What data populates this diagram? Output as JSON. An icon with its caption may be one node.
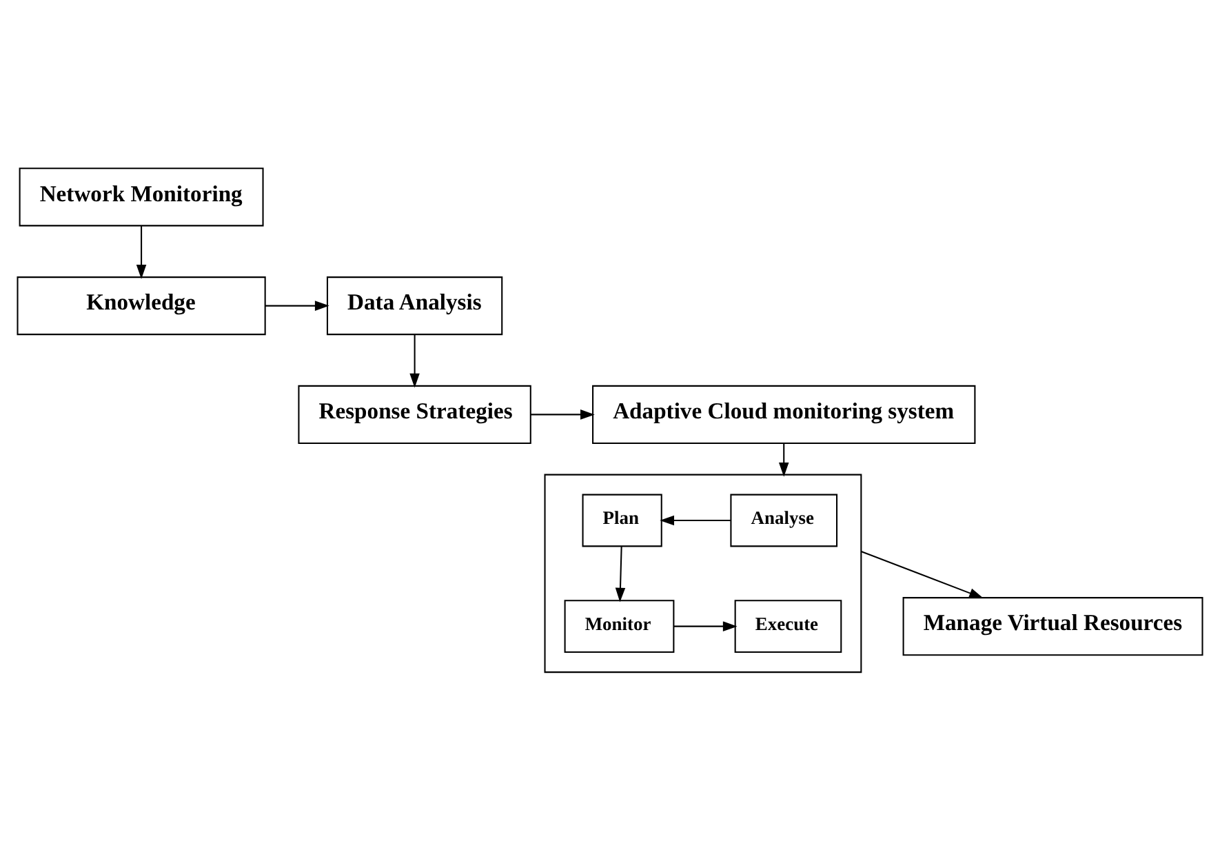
{
  "diagram": {
    "nodes": [
      {
        "text": [
          "Network Monitoring"
        ]
      },
      {
        "text": [
          "Data Analysis"
        ]
      },
      {
        "text": [
          "Knowledge"
        ]
      },
      {
        "text": [
          "Response Strategies"
        ]
      },
      {
        "text": [
          "Adaptive Cloud monitoring system"
        ]
      },
      {
        "text": [],
        "shape": "box"
      },
      {
        "text": [
          "Analyse"
        ],
        "in": 5
      },
      {
        "text": [
          "Plan"
        ],
        "in": 5
      },
      {
        "text": [
          "Execute"
        ],
        "in": 5
      },
      {
        "text": [
          "Monitor"
        ],
        "in": 5
      },
      {
        "text": [
          "Manage Virtual Resources"
        ]
      }
    ],
    "edges": [
      {
        "from": 0,
        "to": 2,
        "arrow": "to"
      },
      {
        "from": 2,
        "to": 1,
        "arrow": "to"
      },
      {
        "from": 1,
        "to": 3,
        "arrow": "to"
      },
      {
        "from": 3,
        "to": 4,
        "arrow": "to"
      },
      {
        "from": 4,
        "to": 5,
        "arrow": "to"
      },
      {
        "from": 6,
        "to": 7,
        "arrow": "to"
      },
      {
        "from": 7,
        "to": 9,
        "arrow": "to"
      },
      {
        "from": 9,
        "to": 8,
        "arrow": "to"
      },
      {
        "from": 5,
        "to": 10,
        "arrow": "to"
      }
    ]
  }
}
